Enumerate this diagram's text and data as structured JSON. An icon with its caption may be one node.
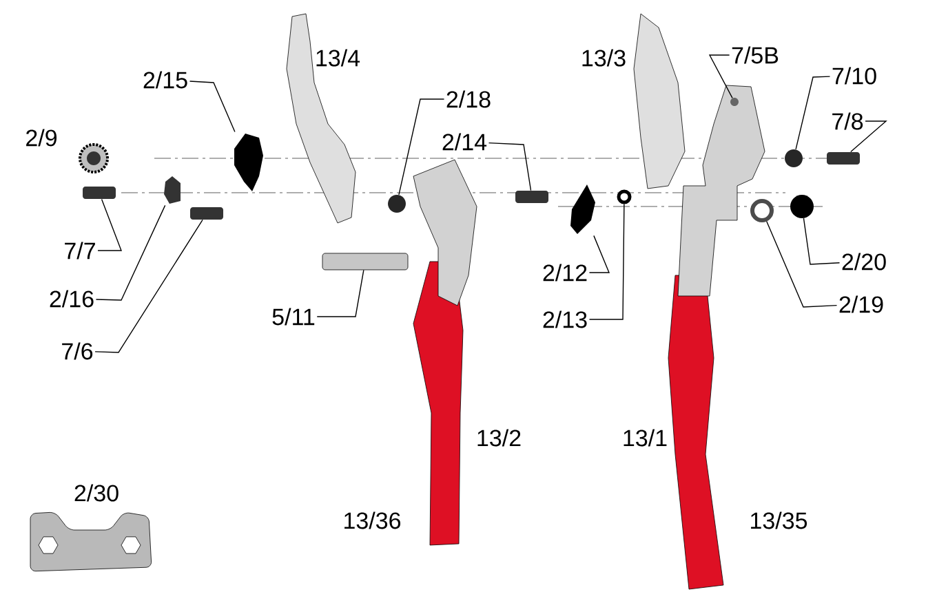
{
  "diagram": {
    "nodes": [
      {
        "text": [
          "2/15"
        ]
      },
      {
        "text": [],
        "shape": "picture"
      },
      {
        "text": [
          "2/18"
        ]
      },
      {
        "text": [],
        "shape": "circle"
      },
      {
        "text": [
          "2/14"
        ]
      },
      {
        "text": [],
        "shape": "bar"
      },
      {
        "text": [
          "7/5B"
        ]
      },
      {
        "text": [],
        "shape": "circle"
      },
      {
        "text": [
          "7/10"
        ]
      },
      {
        "text": [],
        "shape": "circle"
      },
      {
        "text": [
          "7/8"
        ]
      },
      {
        "text": [],
        "shape": "bar"
      },
      {
        "text": [
          "7/7"
        ]
      },
      {
        "text": [],
        "shape": "bar"
      },
      {
        "text": [
          "2/16"
        ]
      },
      {
        "text": [],
        "shape": "picture"
      },
      {
        "text": [
          "7/6"
        ]
      },
      {
        "text": [],
        "shape": "bar"
      },
      {
        "text": [
          "5/11"
        ]
      },
      {
        "text": [],
        "shape": "bar"
      },
      {
        "text": [
          "2/12"
        ]
      },
      {
        "text": [],
        "shape": "picture"
      },
      {
        "text": [
          "2/13"
        ]
      },
      {
        "text": [],
        "shape": "circle"
      },
      {
        "text": [
          "2/20"
        ]
      },
      {
        "text": [],
        "shape": "circle"
      },
      {
        "text": [
          "2/19"
        ]
      },
      {
        "text": [],
        "shape": "circle"
      }
    ],
    "edges": [
      {
        "from": 0,
        "to": 1,
        "arrow": "none"
      },
      {
        "from": 2,
        "to": 3,
        "arrow": "none"
      },
      {
        "from": 4,
        "to": 5,
        "arrow": "none"
      },
      {
        "from": 6,
        "to": 7,
        "arrow": "none"
      },
      {
        "from": 8,
        "to": 9,
        "arrow": "none"
      },
      {
        "from": 10,
        "to": 11,
        "arrow": "none"
      },
      {
        "from": 12,
        "to": 13,
        "arrow": "none"
      },
      {
        "from": 14,
        "to": 15,
        "arrow": "none"
      },
      {
        "from": 16,
        "to": 17,
        "arrow": "none"
      },
      {
        "from": 18,
        "to": 19,
        "arrow": "none"
      },
      {
        "from": 20,
        "to": 21,
        "arrow": "none"
      },
      {
        "from": 22,
        "to": 23,
        "arrow": "none"
      },
      {
        "from": 24,
        "to": 25,
        "arrow": "none"
      },
      {
        "from": 26,
        "to": 27,
        "arrow": "none"
      }
    ],
    "labels": [
      "13/4",
      "13/3",
      "2/9",
      "13/2",
      "13/1",
      "2/30",
      "13/36",
      "13/35"
    ]
  }
}
